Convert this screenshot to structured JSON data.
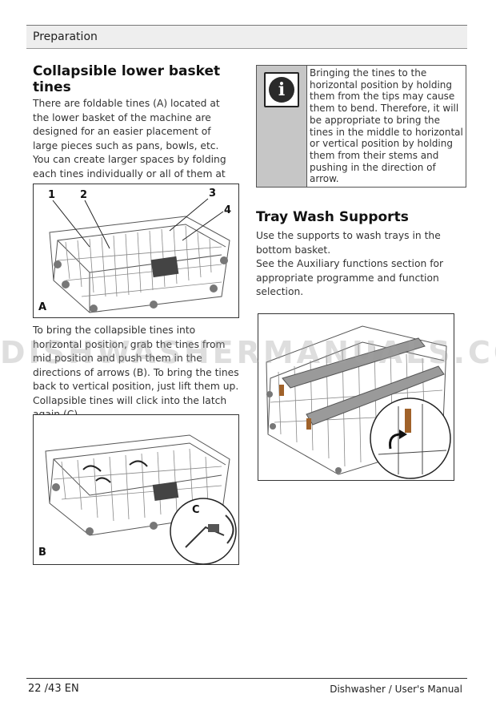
{
  "header": {
    "section": "Preparation"
  },
  "left_column": {
    "heading": "Collapsible lower basket tines",
    "intro": "There are foldable tines (A) located at the lower basket of the machine are designed for an easier placement of large pieces such as pans, bowls, etc. You can create larger spaces by folding each tines individually or all of them at once.",
    "figure_a": {
      "callouts": [
        "1",
        "2",
        "3",
        "4"
      ],
      "label": "A"
    },
    "instructions": "To bring the collapsible tines into horizontal position, grab the tines from mid position and push them in the directions of arrows (B). To bring the tines back to vertical position, just lift them up. Collapsible tines will click into the latch again (C).",
    "figure_b": {
      "label": "B",
      "detail_label": "C"
    }
  },
  "right_column": {
    "info_box": {
      "icon": "info-icon",
      "text": "Bringing the tines to the horizontal position by holding them from the tips may cause them to bend. Therefore, it will be appropriate to bring the tines in the middle to horizontal or vertical position by holding them from their stems and pushing in the direction of arrow."
    },
    "heading": "Tray Wash Supports",
    "paragraph1": "Use the supports to wash trays in the bottom basket.",
    "paragraph2": "See the Auxiliary functions section for appropriate programme and function selection."
  },
  "watermark": "DISHWASHERMANUALS.COM",
  "footer": {
    "page": "22 /43 EN",
    "title": "Dishwasher / User's Manual"
  }
}
